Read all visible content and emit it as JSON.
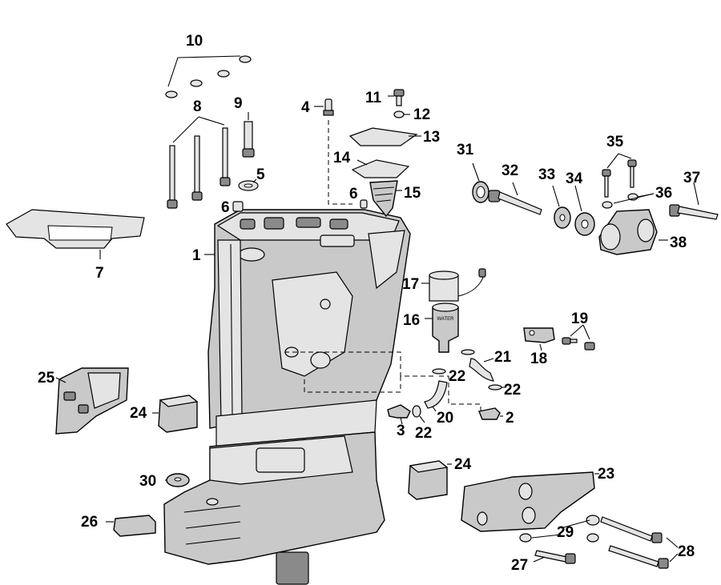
{
  "diagram": {
    "callouts": [
      {
        "id": "c1",
        "text": "1"
      },
      {
        "id": "c2",
        "text": "2"
      },
      {
        "id": "c3",
        "text": "3"
      },
      {
        "id": "c4",
        "text": "4"
      },
      {
        "id": "c5",
        "text": "5"
      },
      {
        "id": "c6a",
        "text": "6"
      },
      {
        "id": "c6b",
        "text": "6"
      },
      {
        "id": "c7",
        "text": "7"
      },
      {
        "id": "c8",
        "text": "8"
      },
      {
        "id": "c9",
        "text": "9"
      },
      {
        "id": "c10",
        "text": "10"
      },
      {
        "id": "c11",
        "text": "11"
      },
      {
        "id": "c12",
        "text": "12"
      },
      {
        "id": "c13",
        "text": "13"
      },
      {
        "id": "c14",
        "text": "14"
      },
      {
        "id": "c15",
        "text": "15"
      },
      {
        "id": "c16",
        "text": "16"
      },
      {
        "id": "c17",
        "text": "17"
      },
      {
        "id": "c18",
        "text": "18"
      },
      {
        "id": "c19",
        "text": "19"
      },
      {
        "id": "c20",
        "text": "20"
      },
      {
        "id": "c21",
        "text": "21"
      },
      {
        "id": "c22a",
        "text": "22"
      },
      {
        "id": "c22b",
        "text": "22"
      },
      {
        "id": "c22c",
        "text": "22"
      },
      {
        "id": "c23",
        "text": "23"
      },
      {
        "id": "c24a",
        "text": "24"
      },
      {
        "id": "c24b",
        "text": "24"
      },
      {
        "id": "c25",
        "text": "25"
      },
      {
        "id": "c26",
        "text": "26"
      },
      {
        "id": "c27",
        "text": "27"
      },
      {
        "id": "c28",
        "text": "28"
      },
      {
        "id": "c29",
        "text": "29"
      },
      {
        "id": "c30",
        "text": "30"
      },
      {
        "id": "c31",
        "text": "31"
      },
      {
        "id": "c32",
        "text": "32"
      },
      {
        "id": "c33",
        "text": "33"
      },
      {
        "id": "c34",
        "text": "34"
      },
      {
        "id": "c35",
        "text": "35"
      },
      {
        "id": "c36",
        "text": "36"
      },
      {
        "id": "c37",
        "text": "37"
      },
      {
        "id": "c38",
        "text": "38"
      }
    ],
    "sensor_label": "WATER"
  }
}
